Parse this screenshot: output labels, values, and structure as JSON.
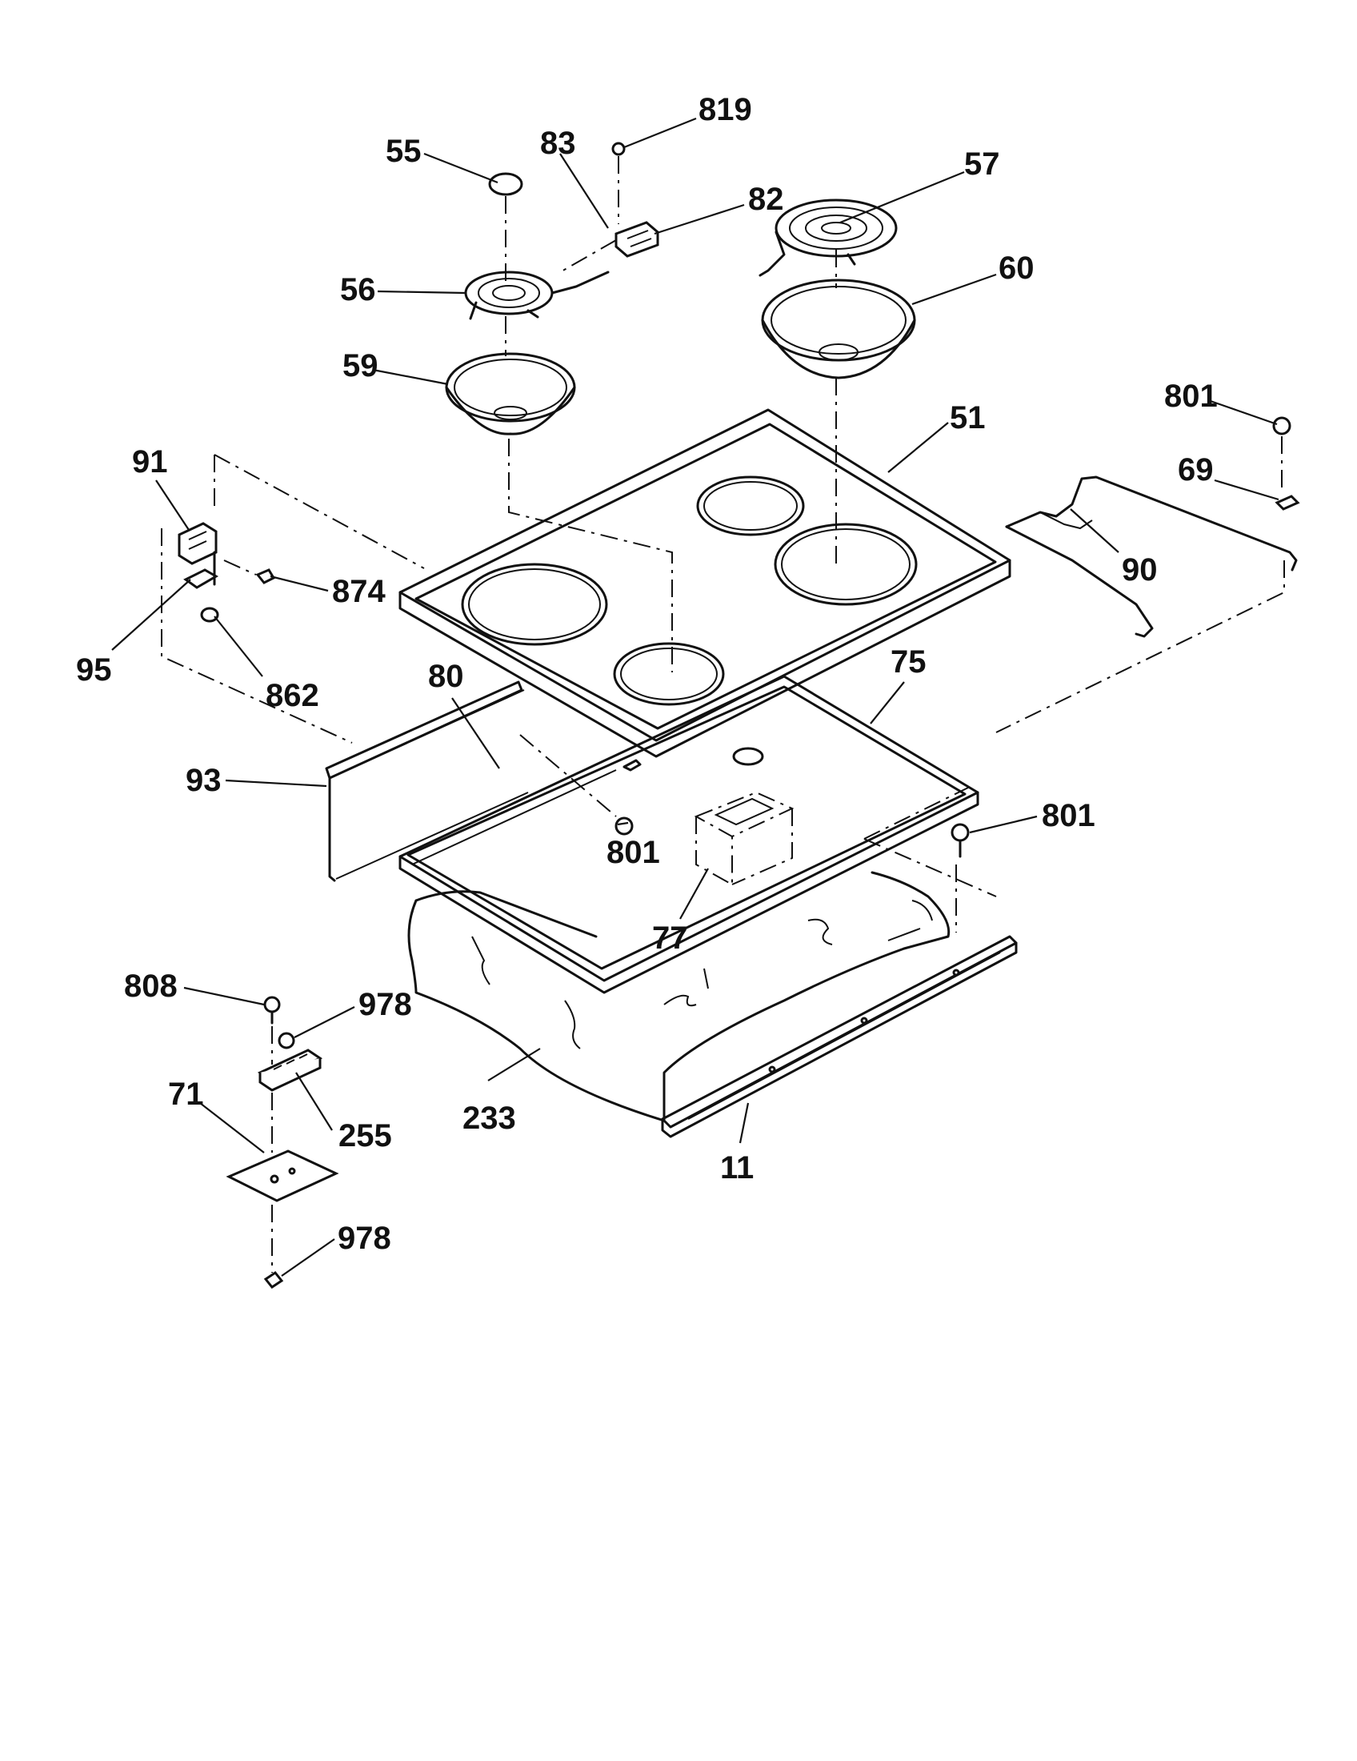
{
  "callouts": {
    "c55": "55",
    "c83": "83",
    "c819": "819",
    "c57": "57",
    "c82": "82",
    "c56": "56",
    "c60": "60",
    "c59": "59",
    "c801_top": "801",
    "c51": "51",
    "c69": "69",
    "c91": "91",
    "c90": "90",
    "c874": "874",
    "c95": "95",
    "c862": "862",
    "c80": "80",
    "c75": "75",
    "c93": "93",
    "c801_mid": "801",
    "c801_right": "801",
    "c77": "77",
    "c808": "808",
    "c978_top": "978",
    "c71": "71",
    "c255": "255",
    "c233": "233",
    "c11": "11",
    "c978_bottom": "978"
  }
}
